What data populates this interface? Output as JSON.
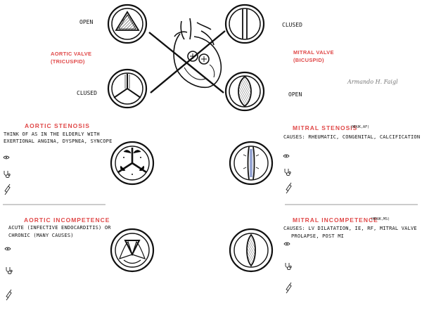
{
  "valves": {
    "aortic_label": "AORTIC VALVE",
    "aortic_sub": "(TRICUSPID)",
    "mitral_label": "MITRAL VALVE",
    "mitral_sub": "(BICUSPID)",
    "aortic_open": "OPEN",
    "aortic_closed": "CLUSED",
    "mitral_closed": "CLUSED",
    "mitral_open": "OPEN"
  },
  "signature": "Armando H. Faigl",
  "sections": {
    "aortic_stenosis": {
      "title": "AORTIC STENOSIS",
      "line1": "THINK OF AS IN THE ELDERLY WITH",
      "line2": "EXERTIONAL ANGINA, DYSPNEA, SYNCOPE"
    },
    "mitral_stenosis": {
      "title": "MITRAL STENOSIS",
      "tag": "(MDUK,AF)",
      "line1": "CAUSES: RHEUMATIC, CONGENITAL, CALCIFICATION"
    },
    "aortic_incompetence": {
      "title": "AORTIC INCOMPETENCE",
      "line1": "ACUTE (INFECTIVE ENDOCARDITIS) OR",
      "line2": "CHRONIC (MANY CAUSES)"
    },
    "mitral_incompetence": {
      "title": "MITRAL INCOMPETENCE",
      "tag": "(MDUK,MS)",
      "line1": "CAUSES: LV DILATATION, IE, RF, MITRAL VALVE",
      "line2": "PROLAPSE, POST MI"
    }
  },
  "icons": [
    "eye-icon",
    "stethoscope-icon",
    "syringe-icon"
  ]
}
